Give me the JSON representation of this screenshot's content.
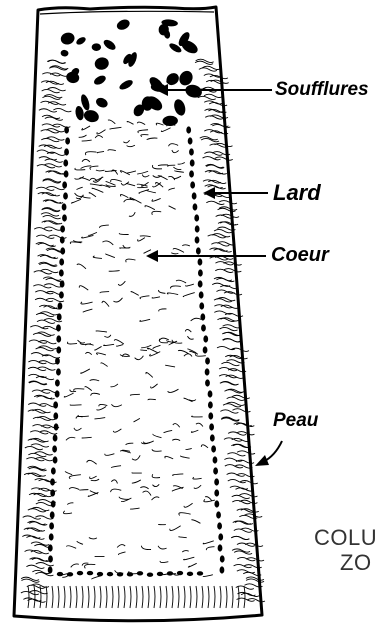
{
  "labels": {
    "soufflures": "Soufflures",
    "lard": "Lard",
    "coeur": "Coeur",
    "peau": "Peau"
  },
  "caption": {
    "line1": "COLU",
    "line2": "ZO"
  },
  "colors": {
    "ink": "#000000",
    "caption": "#333333",
    "background": "#ffffff"
  }
}
